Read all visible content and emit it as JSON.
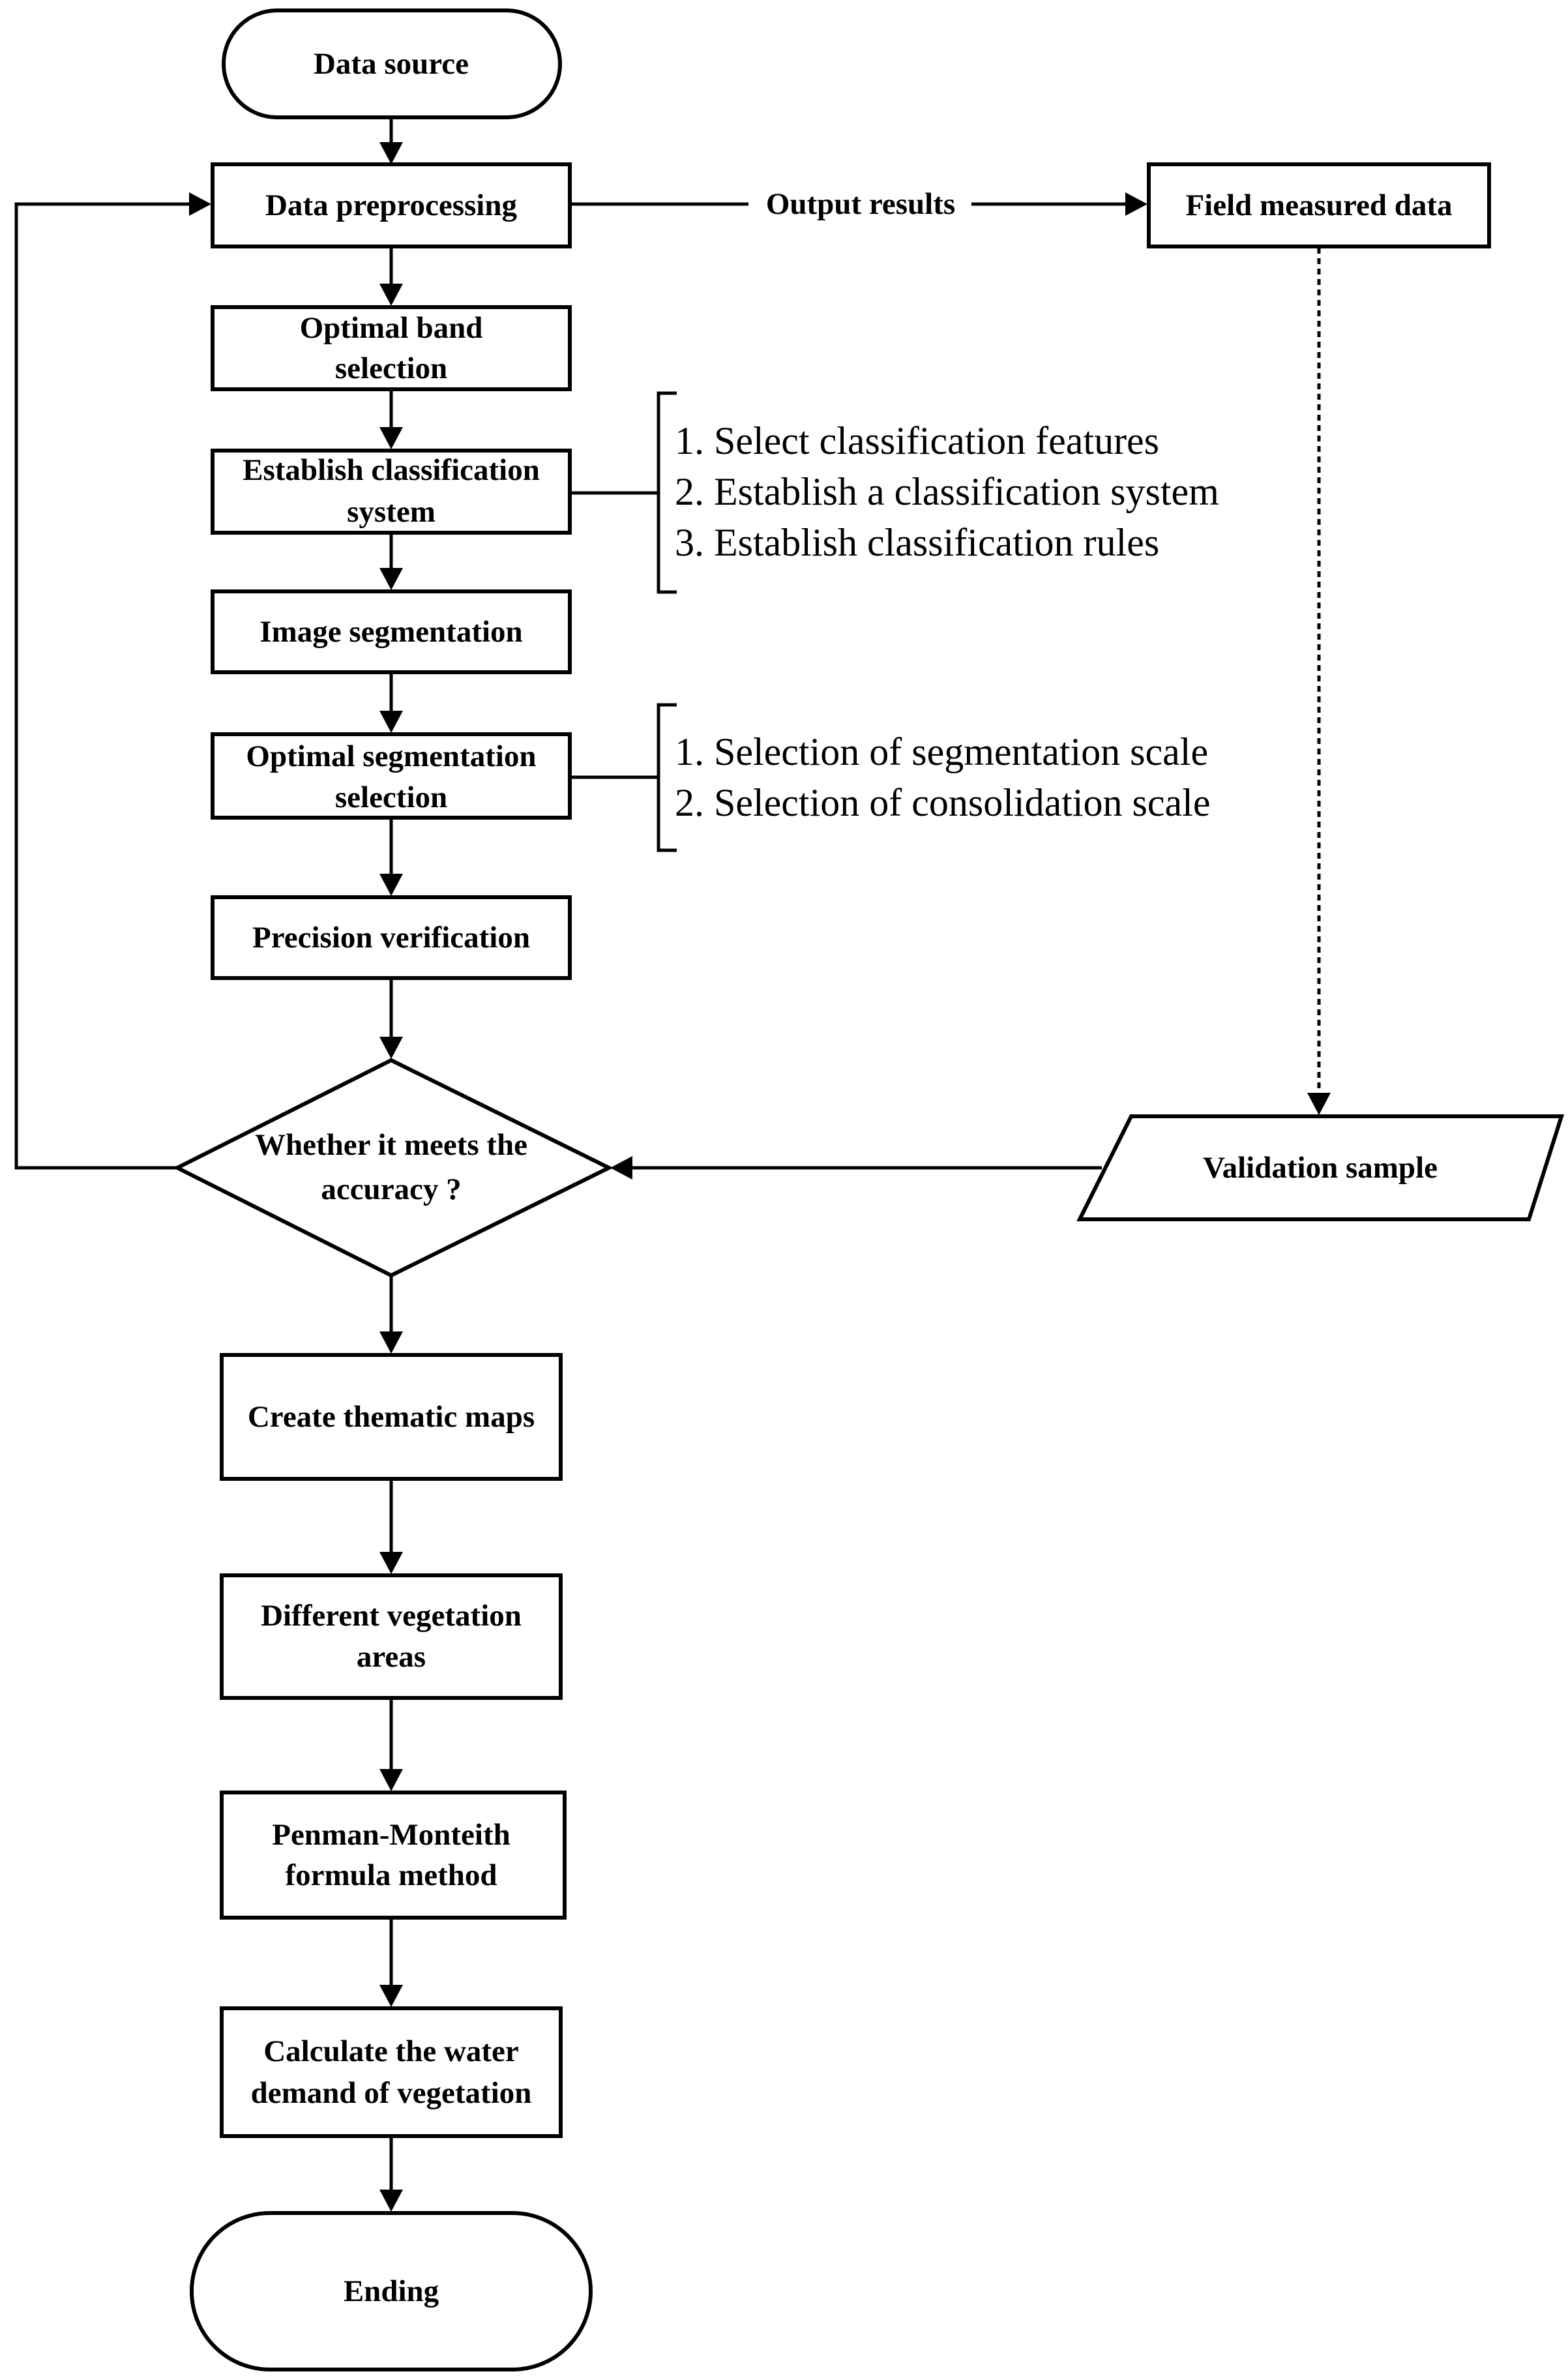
{
  "nodes": {
    "data_source": "Data source",
    "data_preprocessing": "Data preprocessing",
    "field_measured_data": "Field measured data",
    "optimal_band_selection": [
      "Optimal band",
      "selection"
    ],
    "establish_classification_system": [
      "Establish classification",
      "system"
    ],
    "image_segmentation": "Image segmentation",
    "optimal_segmentation_selection": [
      "Optimal segmentation",
      "selection"
    ],
    "precision_verification": "Precision verification",
    "accuracy_decision": [
      "Whether it meets the",
      "accuracy ?"
    ],
    "validation_sample": "Validation sample",
    "create_thematic_maps": "Create thematic maps",
    "different_vegetation_areas": [
      "Different vegetation",
      "areas"
    ],
    "penman_monteith": [
      "Penman-Monteith",
      "formula method"
    ],
    "calculate_water_demand": [
      "Calculate the water",
      "demand of vegetation"
    ],
    "ending": "Ending"
  },
  "edge_labels": {
    "output_results": "Output results"
  },
  "notes": {
    "classification_steps": [
      "1. Select classification features",
      "2. Establish a classification system",
      "3. Establish classification rules"
    ],
    "segmentation_steps": [
      "1. Selection of segmentation scale",
      "2. Selection of consolidation scale"
    ]
  }
}
